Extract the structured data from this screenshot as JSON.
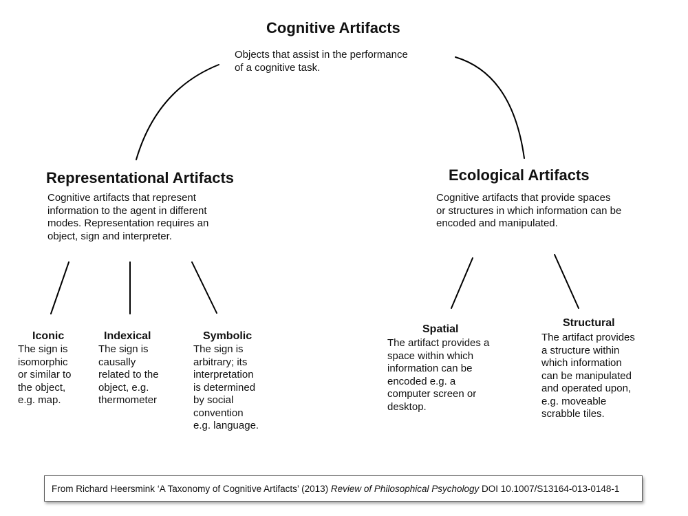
{
  "root": {
    "title": "Cognitive Artifacts",
    "description": "Objects that assist in the performance\nof a cognitive task."
  },
  "representational": {
    "title": "Representational Artifacts",
    "description": "Cognitive artifacts that represent\ninformation to the agent in different\nmodes. Representation requires an\nobject, sign and interpreter.",
    "children": {
      "iconic": {
        "title": "Iconic",
        "description": "The sign is\nisomorphic\nor similar to\nthe object,\ne.g. map."
      },
      "indexical": {
        "title": "Indexical",
        "description": "The sign is\ncausally\nrelated to the\nobject, e.g.\nthermometer"
      },
      "symbolic": {
        "title": "Symbolic",
        "description": "The sign is\narbitrary; its\ninterpretation\nis determined\nby social\nconvention\ne.g. language."
      }
    }
  },
  "ecological": {
    "title": "Ecological Artifacts",
    "description": "Cognitive artifacts that provide spaces\nor structures in which information can be\nencoded and manipulated.",
    "children": {
      "spatial": {
        "title": "Spatial",
        "description": "The artifact provides a\nspace within which\ninformation can be\nencoded e.g. a\ncomputer screen or\ndesktop."
      },
      "structural": {
        "title": "Structural",
        "description": "The artifact provides\na structure within\nwhich information\ncan be manipulated\nand operated upon,\ne.g. moveable\nscrabble tiles."
      }
    }
  },
  "citation": {
    "prefix": "From Richard Heersmink ‘A Taxonomy of Cognitive Artifacts’ (2013) ",
    "journal": "Review of Philosophical Psychology",
    "suffix": " DOI 10.1007/S13164-013-0148-1"
  }
}
